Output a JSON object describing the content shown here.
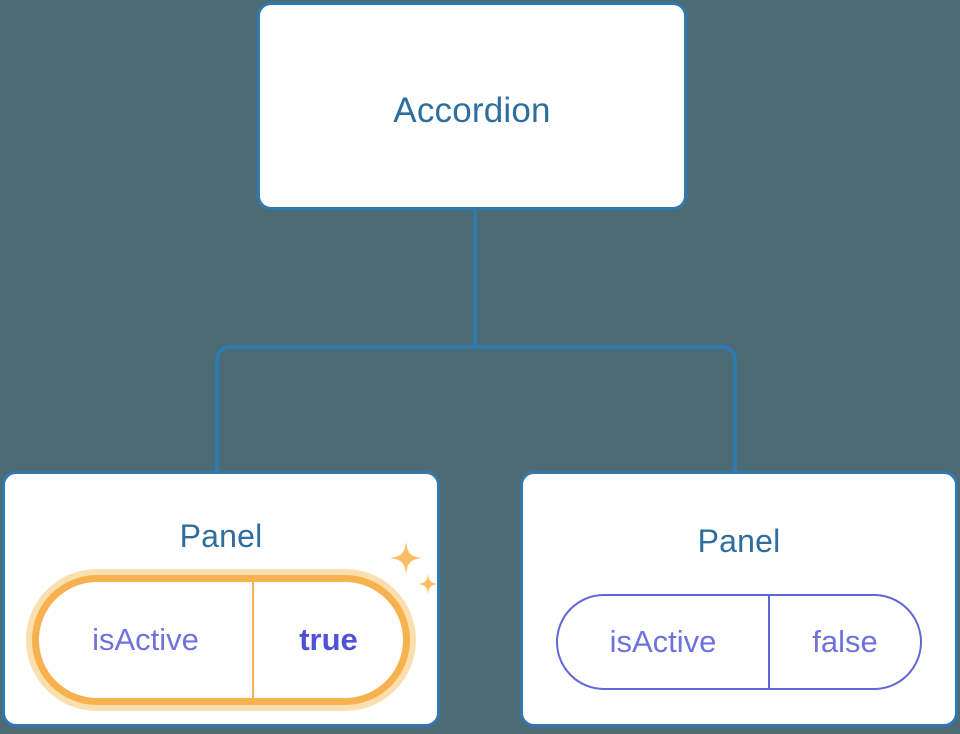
{
  "diagram": {
    "type": "component-tree",
    "background_color": "#4c6b75",
    "node_border_color": "#3178b0",
    "node_title_color": "#2e6e9e",
    "connector_color": "#2f7bb0",
    "prop_text_color": "#6f72dd",
    "prop_border_color": "#6366d8",
    "highlight_color": "#f7b24f",
    "highlight_glow_color": "#fbdfae",
    "highlight_value_color": "#4f52d6",
    "nodes": [
      {
        "id": "accordion",
        "title": "Accordion",
        "props": []
      },
      {
        "id": "panel-left",
        "title": "Panel",
        "highlighted": true,
        "props": [
          {
            "key": "isActive",
            "value": "true"
          }
        ]
      },
      {
        "id": "panel-right",
        "title": "Panel",
        "highlighted": false,
        "props": [
          {
            "key": "isActive",
            "value": "false"
          }
        ]
      }
    ],
    "edges": [
      {
        "from": "accordion",
        "to": "panel-left"
      },
      {
        "from": "accordion",
        "to": "panel-right"
      }
    ],
    "decorations": [
      {
        "name": "sparkle-large",
        "color": "#f9bd62"
      },
      {
        "name": "sparkle-small",
        "color": "#f9bd62"
      }
    ]
  }
}
